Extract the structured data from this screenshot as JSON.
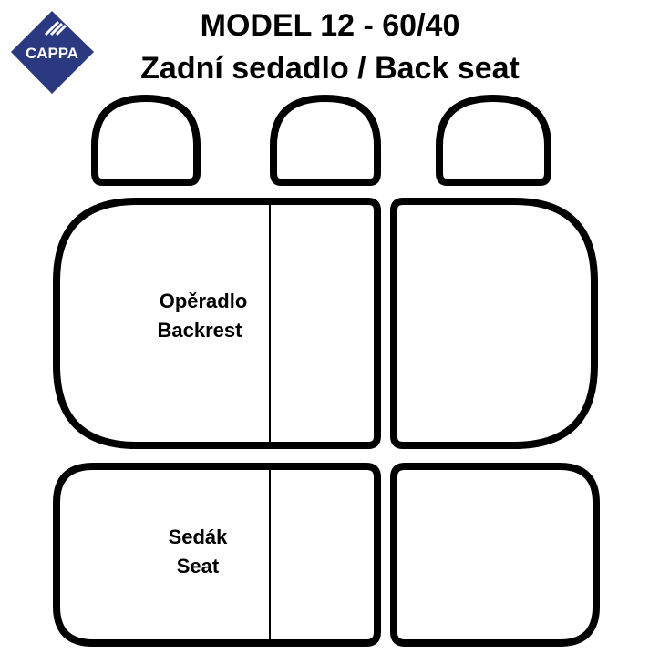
{
  "title": {
    "line1": "MODEL 12 - 60/40",
    "line2": "Zadní sedadlo / Back seat"
  },
  "logo": {
    "text": "CAPPA",
    "color": "#2b3a80"
  },
  "labels": {
    "backrest_cz": "Opěradlo",
    "backrest_en": "Backrest",
    "seat_cz": "Sedák",
    "seat_en": "Seat"
  }
}
